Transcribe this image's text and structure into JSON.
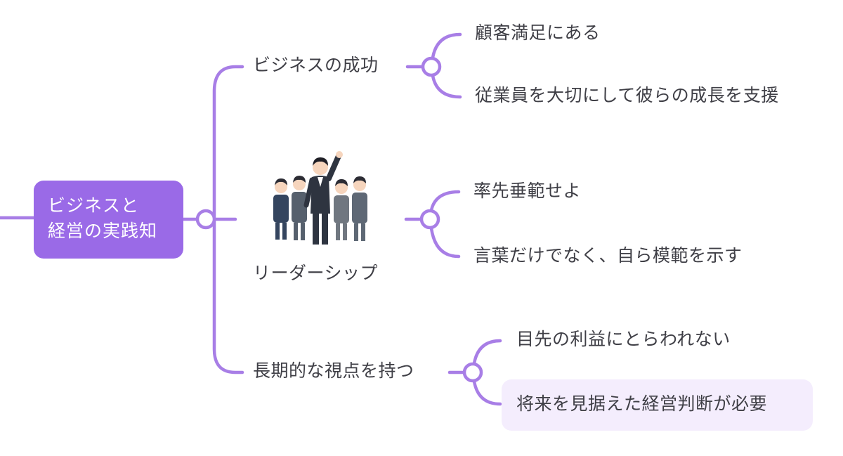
{
  "colors": {
    "line": "#a87ee6",
    "root_fill": "#9a6ae7",
    "root_text": "#ffffff",
    "highlight_fill": "#f4edfd",
    "text": "#3f3f46"
  },
  "root": {
    "line1": "ビジネスと",
    "line2": "経営の実践知"
  },
  "branches": [
    {
      "label": "ビジネスの成功",
      "children": [
        {
          "label": "顧客満足にある"
        },
        {
          "label": "従業員を大切にして彼らの成長を支援"
        }
      ]
    },
    {
      "label": "リーダーシップ",
      "image": "leader-and-team-illustration",
      "children": [
        {
          "label": "率先垂範せよ"
        },
        {
          "label": "言葉だけでなく、自ら模範を示す"
        }
      ]
    },
    {
      "label": "長期的な視点を持つ",
      "children": [
        {
          "label": "目先の利益にとらわれない"
        },
        {
          "label": "将来を見据えた経営判断が必要",
          "highlighted": true
        }
      ]
    }
  ]
}
